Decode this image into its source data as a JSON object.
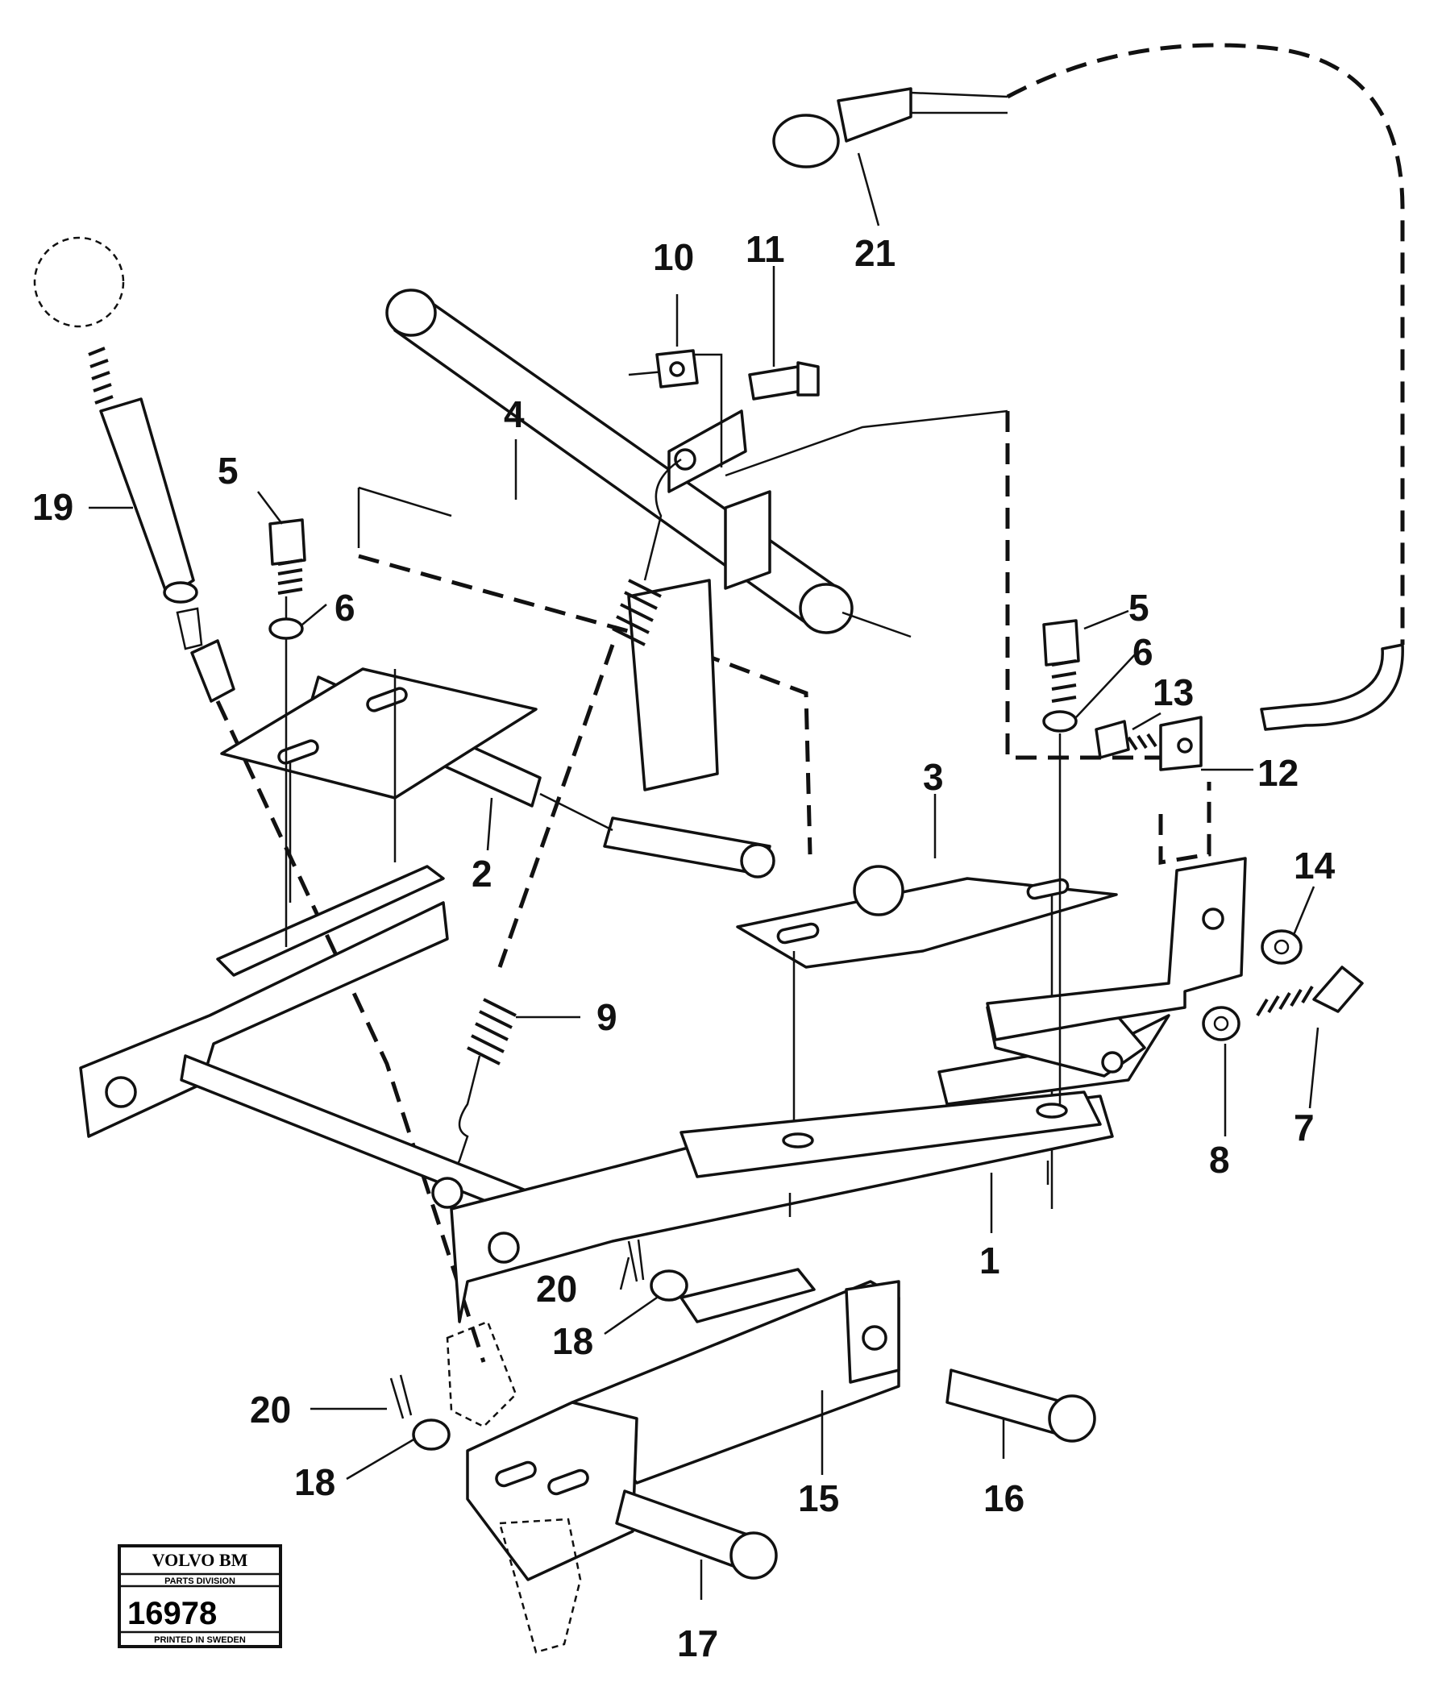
{
  "labels": {
    "p1": "1",
    "p2": "2",
    "p3": "3",
    "p4": "4",
    "p5a": "5",
    "p5b": "5",
    "p6a": "6",
    "p6b": "6",
    "p7": "7",
    "p8": "8",
    "p9": "9",
    "p10": "10",
    "p11": "11",
    "p12": "12",
    "p13": "13",
    "p14": "14",
    "p15": "15",
    "p16": "16",
    "p17": "17",
    "p18a": "18",
    "p18b": "18",
    "p19": "19",
    "p20a": "20",
    "p20b": "20",
    "p21": "21"
  },
  "stamp": {
    "brand": "VOLVO BM",
    "division": "PARTS DIVISION",
    "number": "16978",
    "printed": "PRINTED IN SWEDEN"
  }
}
